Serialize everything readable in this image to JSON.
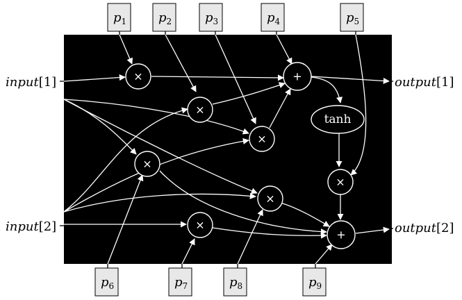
{
  "inputs": [
    {
      "italic": "input",
      "index": "[1]"
    },
    {
      "italic": "input",
      "index": "[2]"
    }
  ],
  "outputs": [
    {
      "italic": "output",
      "index": "[1]"
    },
    {
      "italic": "output",
      "index": "[2]"
    }
  ],
  "params_top": [
    {
      "letter": "p",
      "sub": "1"
    },
    {
      "letter": "p",
      "sub": "2"
    },
    {
      "letter": "p",
      "sub": "3"
    },
    {
      "letter": "p",
      "sub": "4"
    },
    {
      "letter": "p",
      "sub": "5"
    }
  ],
  "params_bottom": [
    {
      "letter": "p",
      "sub": "6"
    },
    {
      "letter": "p",
      "sub": "7"
    },
    {
      "letter": "p",
      "sub": "8"
    },
    {
      "letter": "p",
      "sub": "9"
    }
  ],
  "operators": {
    "mul": "×",
    "add": "+",
    "activation": "tanh"
  }
}
